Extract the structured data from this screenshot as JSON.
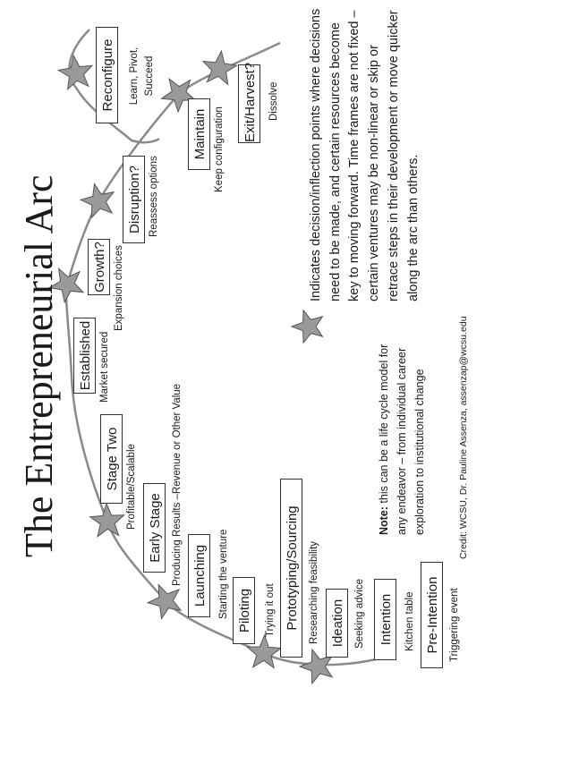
{
  "title": "The Entrepreneurial Arc",
  "stages": {
    "pre_intention": {
      "label": "Pre-Intention",
      "caption": "Triggering event"
    },
    "intention": {
      "label": "Intention",
      "caption": "Kitchen table"
    },
    "ideation": {
      "label": "Ideation",
      "caption": "Seeking advice"
    },
    "prototyping": {
      "label": "Prototyping/Sourcing",
      "caption": "Researching feasibility"
    },
    "piloting": {
      "label": "Piloting",
      "caption": "Trying it out"
    },
    "launching": {
      "label": "Launching",
      "caption": "Starting the venture"
    },
    "early_stage": {
      "label": "Early Stage",
      "caption": "Producing Results –Revenue or Other Value"
    },
    "stage_two": {
      "label": "Stage Two",
      "caption": "Profitable/Scalable"
    },
    "established": {
      "label": "Established",
      "caption": "Market secured"
    },
    "growth": {
      "label": "Growth?",
      "caption": "Expansion choices"
    },
    "disruption": {
      "label": "Disruption?",
      "caption": "Reassess options"
    },
    "maintain": {
      "label": "Maintain",
      "caption": "Keep configuration"
    },
    "exit": {
      "label": "Exit/Harvest?",
      "caption": "Dissolve"
    },
    "reconfigure": {
      "label": "Reconfigure",
      "caption_line1": "Learn, Pivot,",
      "caption_line2": "Succeed"
    }
  },
  "note": {
    "bold": "Note:",
    "text": " this can be a life cycle model for any endeavor – from individual career exploration to institutional change"
  },
  "credit": "Credit: WCSU, Dr. Pauline Assenza, assenzap@wcsu.edu",
  "legend": "Indicates decision/inflection points where decisions need to be made, and certain resources become key to moving forward. Time frames are not fixed – certain ventures may be non-linear or skip or retrace steps in their development or move quicker along the arc than others.",
  "colors": {
    "star_fill": "#9a9a9a",
    "arc": "#8a8a8a"
  }
}
